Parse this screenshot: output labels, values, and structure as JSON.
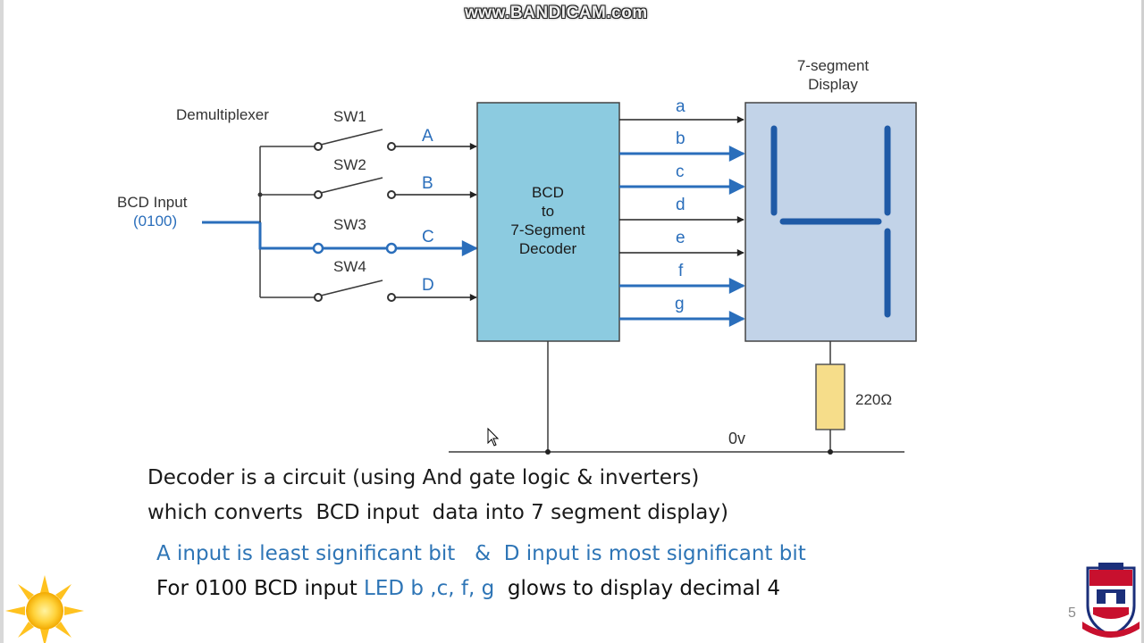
{
  "watermark": "www.BANDICAM.com",
  "diagram": {
    "demux_label": "Demultiplexer",
    "bcd_input_label": "BCD Input",
    "bcd_input_value": "(0100)",
    "switches": [
      "SW1",
      "SW2",
      "SW3",
      "SW4"
    ],
    "decoder_inputs": [
      "A",
      "B",
      "C",
      "D"
    ],
    "decoder_label_lines": [
      "BCD",
      "to",
      "7-Segment",
      "Decoder"
    ],
    "segment_outputs": [
      "a",
      "b",
      "c",
      "d",
      "e",
      "f",
      "g"
    ],
    "active_outputs": [
      "b",
      "c",
      "f",
      "g"
    ],
    "display_label_lines": [
      "7-segment",
      "Display"
    ],
    "resistor_label": "220Ω",
    "ground_label": "0v",
    "displayed_digit": "4"
  },
  "caption": {
    "line1": "Decoder is a circuit (using And gate logic & inverters)",
    "line2": "which converts  BCD input  data into 7 segment display)",
    "line3": "A input is least significant bit   &  D input is most significant bit",
    "line4_prefix": "For 0100 BCD input ",
    "line4_highlight": "LED b ,c, f, g",
    "line4_suffix": "  glows to display decimal 4"
  },
  "page_number": "5",
  "colors": {
    "active_wire": "#2a6ebb",
    "inactive_wire": "#3a3a3a",
    "decoder_fill": "#8ccbe0",
    "display_fill": "#c2d3e8",
    "segment_on": "#1f5aa6",
    "resistor_fill": "#f6dd8a",
    "blue_text": "#2e75b6"
  },
  "icons": [
    "sun-icon",
    "college-logo-icon",
    "mouse-cursor-icon"
  ]
}
